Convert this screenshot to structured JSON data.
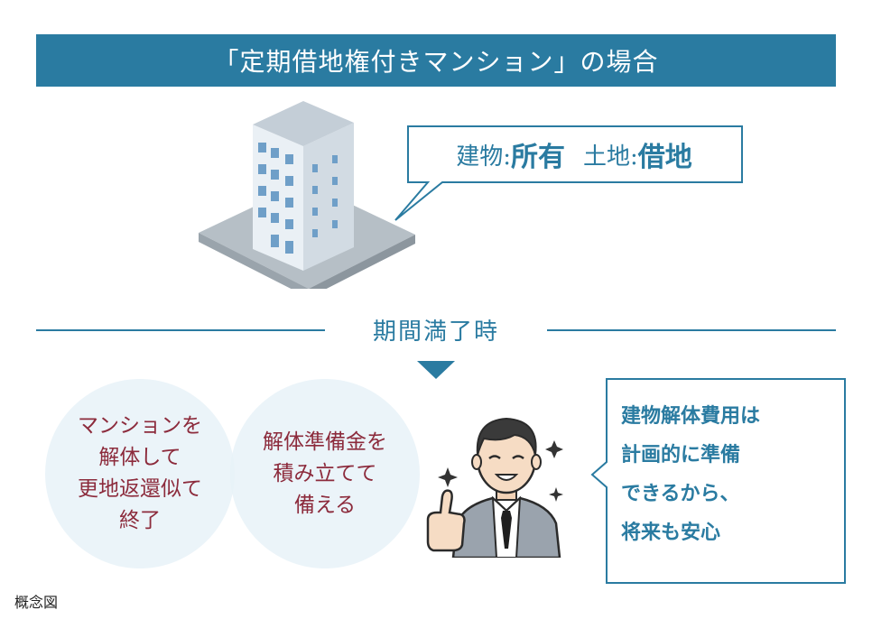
{
  "title": "「定期借地権付きマンション」の場合",
  "ownership": {
    "building_label": "建物:",
    "building_value": "所有",
    "land_label": "土地:",
    "land_value": "借地"
  },
  "period_label": "期間満了時",
  "circles": [
    {
      "text": "マンションを\n解体して\n更地返還似て\n終了"
    },
    {
      "text": "解体準備金を\n積み立てて\n備える"
    }
  ],
  "advice": "建物解体費用は\n計画的に準備\nできるから、\n将来も安心",
  "caption": "概念図",
  "colors": {
    "accent": "#2a7ba1",
    "circle_text": "#8c2b3c",
    "circle_fill": "#e8f2f8"
  },
  "icons": [
    "building-icon",
    "businessman-icon",
    "sparkle-icon",
    "arrow-down-icon"
  ]
}
